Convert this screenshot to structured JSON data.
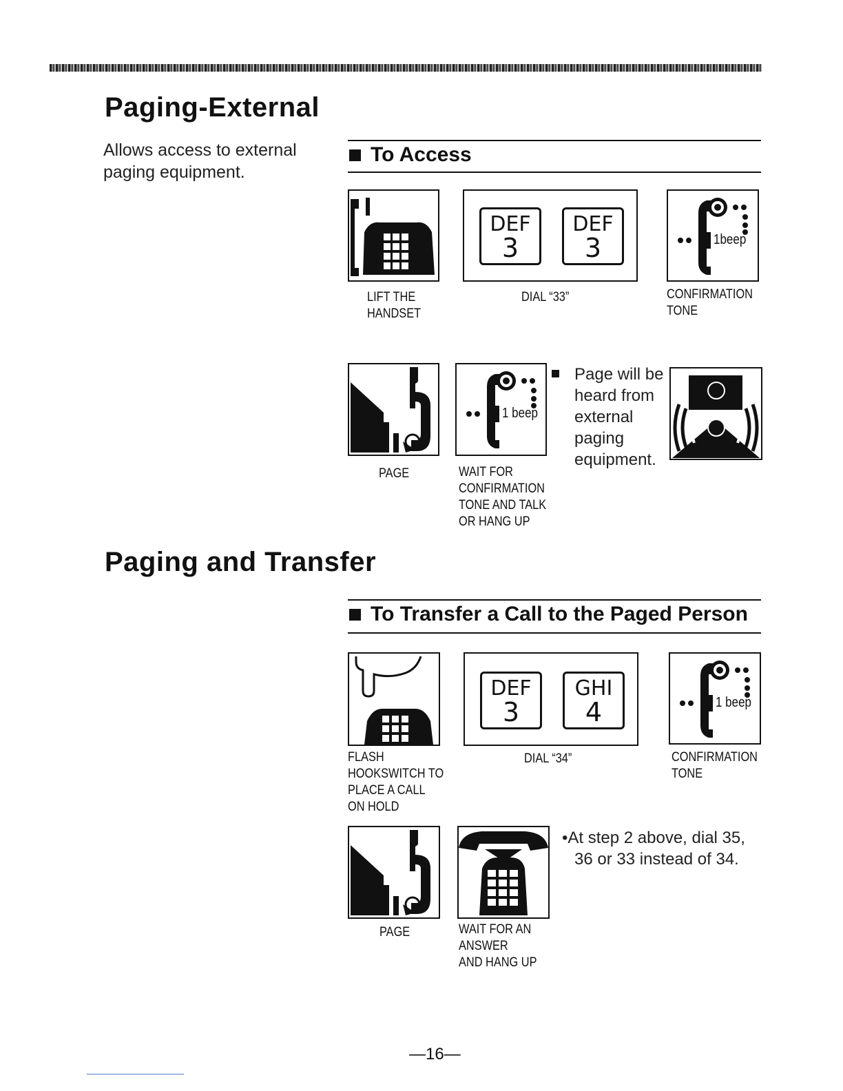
{
  "section1": {
    "title": "Paging-External",
    "intro": [
      "Allows access to external",
      "paging equipment."
    ],
    "subsection_title": "To Access",
    "steps": [
      {
        "caption": [
          "LIFT THE",
          "HANDSET"
        ],
        "icon": "lift-handset-icon"
      },
      {
        "caption": [
          "DIAL “33”"
        ],
        "keys": [
          {
            "letters": "DEF",
            "num": "3"
          },
          {
            "letters": "DEF",
            "num": "3"
          }
        ]
      },
      {
        "caption": [
          "CONFIRMATION",
          "TONE"
        ],
        "icon": "confirmation-tone-icon",
        "beep": "1beep"
      }
    ],
    "steps2": [
      {
        "caption": [
          "PAGE"
        ],
        "icon": "page-icon"
      },
      {
        "caption": [
          "WAIT FOR",
          "CONFIRMATION",
          "TONE AND TALK",
          "OR HANG UP"
        ],
        "icon": "confirmation-tone-icon",
        "beep": "1 beep"
      }
    ],
    "note": [
      "Page will be",
      "heard from",
      "external",
      "paging",
      "equipment."
    ]
  },
  "section2": {
    "title": "Paging and Transfer",
    "subsection_title": "To Transfer a Call to the Paged Person",
    "steps": [
      {
        "caption": [
          "FLASH",
          "HOOKSWITCH TO",
          "PLACE A CALL",
          "ON HOLD"
        ],
        "icon": "flash-hookswitch-icon"
      },
      {
        "caption": [
          "DIAL “34”"
        ],
        "keys": [
          {
            "letters": "DEF",
            "num": "3"
          },
          {
            "letters": "GHI",
            "num": "4"
          }
        ]
      },
      {
        "caption": [
          "CONFIRMATION",
          "TONE"
        ],
        "icon": "confirmation-tone-icon",
        "beep": "1 beep"
      }
    ],
    "steps2": [
      {
        "caption": [
          "PAGE"
        ],
        "icon": "page-icon"
      },
      {
        "caption": [
          "WAIT FOR AN",
          "ANSWER",
          "AND HANG UP"
        ],
        "icon": "hang-up-icon"
      }
    ],
    "note": [
      "•At step 2 above, dial 35,",
      "36 or 33 instead of 34."
    ]
  },
  "page_number": "—16—"
}
